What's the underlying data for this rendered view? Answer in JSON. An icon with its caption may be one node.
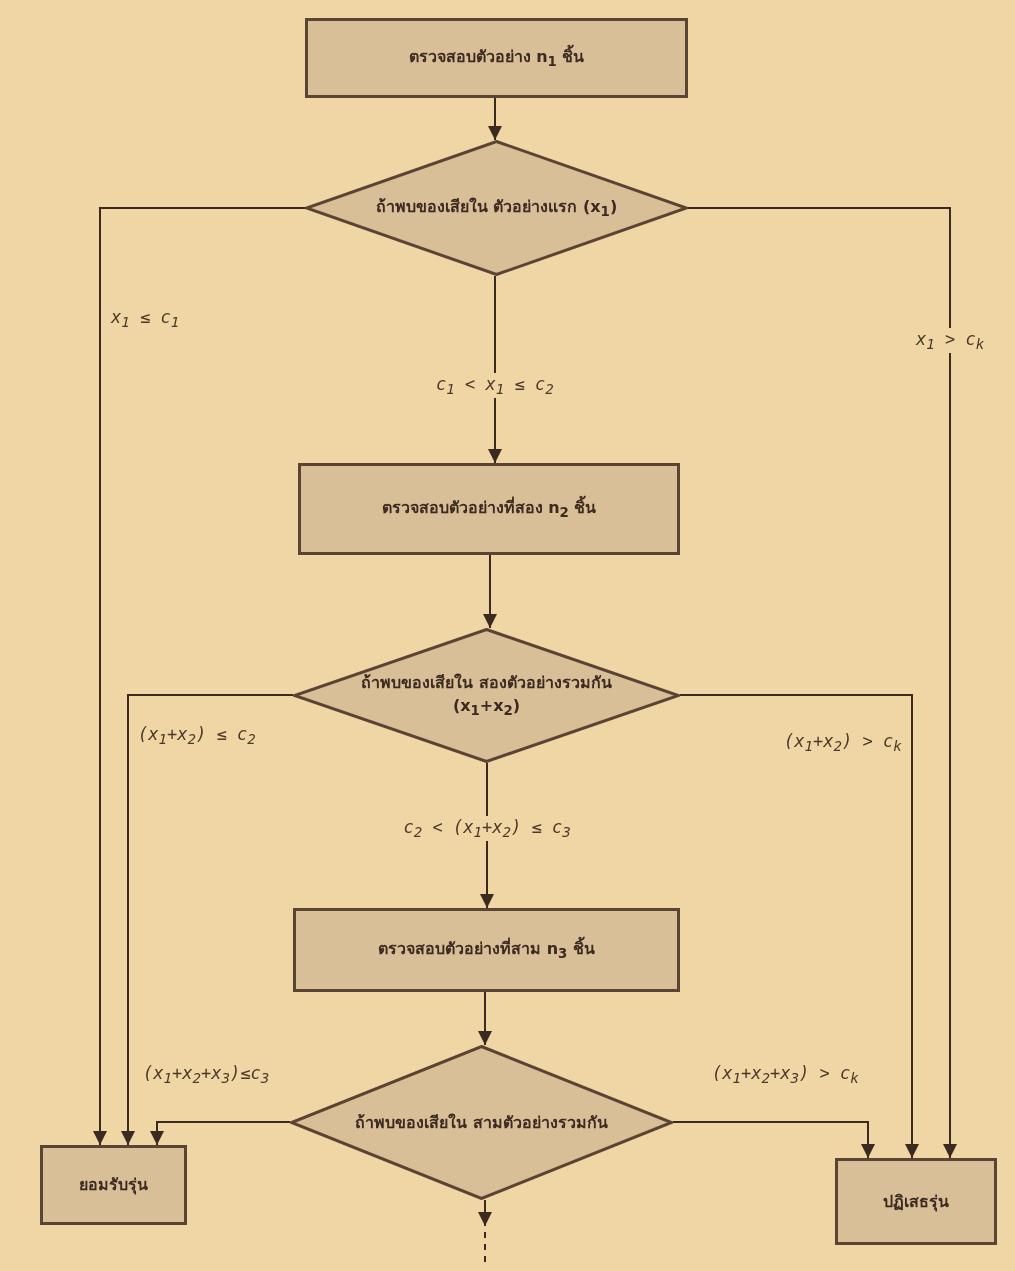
{
  "diagram": {
    "nodes": [
      {
        "text": [
          "ตรวจสอบตัวอย่าง n$_{1}$ ชิ้น"
        ]
      },
      {
        "text": [
          "ถ้าพบของเสียใน ตัวอย่างแรก (x$_{1}$)"
        ]
      },
      {
        "text": [
          "ตรวจสอบตัวอย่างที่สอง n$_{2}$ ชิ้น"
        ]
      },
      {
        "text": [
          "ถ้าพบของเสียใน สองตัวอย่างรวมกัน (x$_{1}$+x$_{2}$)"
        ]
      },
      {
        "text": [
          "ตรวจสอบตัวอย่างที่สาม n$_{3}$ ชิ้น"
        ]
      },
      {
        "text": [
          "ถ้าพบของเสียใน สามตัวอย่างรวมกัน"
        ]
      },
      {
        "text": [
          "ยอมรับรุ่น"
        ]
      },
      {
        "text": [
          "ปฏิเสธรุ่น"
        ]
      }
    ],
    "edges": [
      {
        "from": 0,
        "to": 1,
        "arrow": "to"
      },
      {
        "from": 1,
        "to": 6,
        "arrow": "to",
        "label": "x$_{1}$ ≤ c$_{1}$"
      },
      {
        "from": 1,
        "to": 2,
        "arrow": "to",
        "label": "c$_{1}$ < x$_{1}$ ≤ c$_{2}$"
      },
      {
        "from": 1,
        "to": 7,
        "arrow": "to",
        "label": "x$_{1}$ > c$_{k}$"
      },
      {
        "from": 2,
        "to": 3,
        "arrow": "to"
      },
      {
        "from": 3,
        "to": 6,
        "arrow": "to",
        "label": "(x$_{1}$+x$_{2}$) ≤ c$_{2}$"
      },
      {
        "from": 3,
        "to": 4,
        "arrow": "to",
        "label": "c$_{2}$ < (x$_{1}$+x$_{2}$) ≤ c$_{3}$"
      },
      {
        "from": 3,
        "to": 7,
        "arrow": "to",
        "label": "(x$_{1}$+x$_{2}$) > c$_{k}$"
      },
      {
        "from": 4,
        "to": 5,
        "arrow": "to"
      },
      {
        "from": 5,
        "to": 6,
        "arrow": "to",
        "label": "(x$_{1}$+x$_{2}$+x$_{3}$)≤c$_{3}$"
      },
      {
        "from": 5,
        "to": 7,
        "arrow": "to",
        "label": "(x$_{1}$+x$_{2}$+x$_{3}$) > c$_{k}$"
      },
      {
        "from": 5,
        "to": null,
        "arrow": "to"
      }
    ]
  }
}
